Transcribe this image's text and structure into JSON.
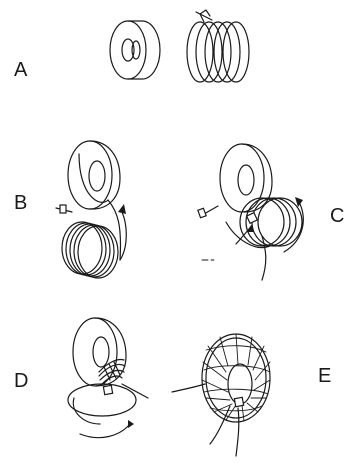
{
  "labels": {
    "a": "A",
    "b": "B",
    "c": "C",
    "d": "D",
    "e": "E"
  },
  "colors": {
    "ink": "#1a1a1a",
    "background": "#ffffff"
  }
}
